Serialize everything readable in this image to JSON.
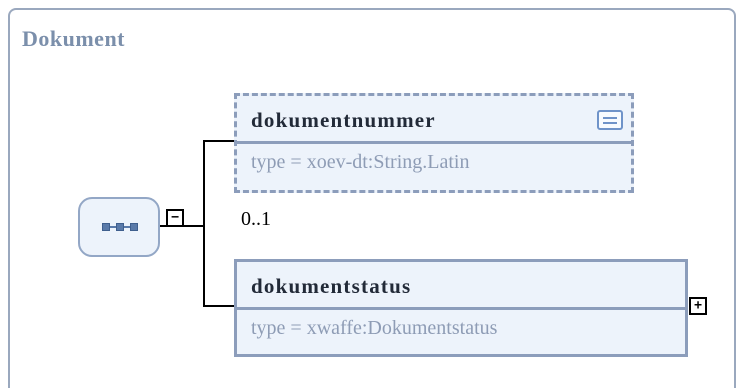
{
  "outer": {
    "title": "Dokument"
  },
  "sequence": {
    "icon": "sequence-compositor-icon",
    "toggle": "−"
  },
  "elements": [
    {
      "name": "dokumentnummer",
      "type": "type = xoev-dt:String.Latin",
      "cardinality": "0..1",
      "optional": true,
      "icon": "documentation-icon"
    },
    {
      "name": "dokumentstatus",
      "type": "type = xwaffe:Dokumentstatus",
      "cardinality": "",
      "optional": false,
      "toggle": "+"
    }
  ],
  "colors": {
    "border": "#8c9dbb",
    "fill": "#edf3fb",
    "title": "#7b8fab",
    "type_text": "#8e9cb5"
  }
}
